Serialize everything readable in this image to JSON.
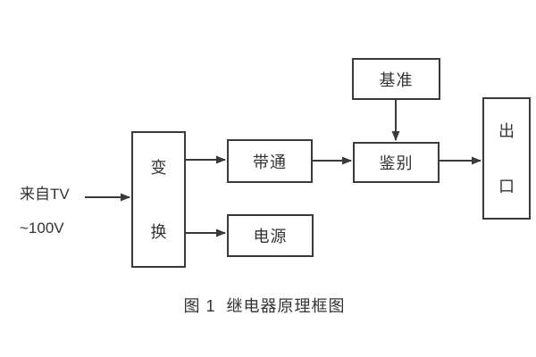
{
  "diagram": {
    "title": "继电器原理框图",
    "caption": "图 1  继电器原理框图",
    "background_color": "#ffffff",
    "line_color": "#3a3a3a",
    "text_color": "#333333",
    "source": {
      "line1": "来自TV",
      "line2": "~100V"
    },
    "blocks": {
      "transform": "变换",
      "bandpass": "带通",
      "power": "电源",
      "discriminator": "鉴别",
      "reference": "基准",
      "outlet": "出口"
    },
    "connections": [
      "来自TV → 变换",
      "变换 → 带通",
      "变换 → 电源",
      "带通 → 鉴别",
      "基准 → 鉴别",
      "鉴别 → 出口"
    ]
  }
}
